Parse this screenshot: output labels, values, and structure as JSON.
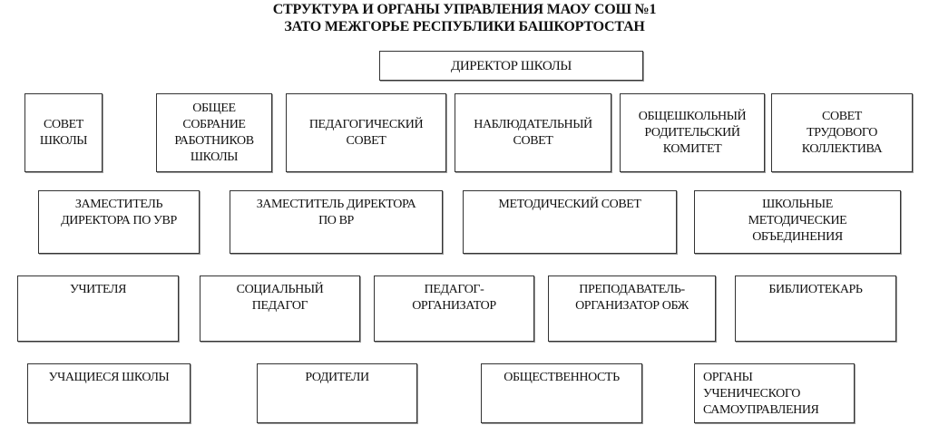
{
  "title": {
    "line1": "СТРУКТУРА И ОРГАНЫ УПРАВЛЕНИЯ МАОУ СОШ №1",
    "line2": "ЗАТО  МЕЖГОРЬЕ РЕСПУБЛИКИ БАШКОРТОСТАН"
  },
  "director": "ДИРЕКТОР        ШКОЛЫ",
  "row1": [
    [
      "СОВЕТ",
      "ШКОЛЫ"
    ],
    [
      "ОБЩЕЕ",
      "СОБРАНИЕ",
      "РАБОТНИКОВ",
      "ШКОЛЫ"
    ],
    [
      "ПЕДАГОГИЧЕСКИЙ",
      "СОВЕТ"
    ],
    [
      "НАБЛЮДАТЕЛЬНЫЙ",
      "СОВЕТ"
    ],
    [
      "ОБЩЕШКОЛЬНЫЙ",
      "РОДИТЕЛЬСКИЙ",
      "КОМИТЕТ"
    ],
    [
      "СОВЕТ",
      "ТРУДОВОГО",
      "КОЛЛЕКТИВА"
    ]
  ],
  "row2": [
    [
      "ЗАМЕСТИТЕЛЬ",
      "ДИРЕКТОРА ПО УВР"
    ],
    [
      "ЗАМЕСТИТЕЛЬ ДИРЕКТОРА",
      "ПО ВР"
    ],
    [
      "МЕТОДИЧЕСКИЙ СОВЕТ"
    ],
    [
      "ШКОЛЬНЫЕ",
      "МЕТОДИЧЕСКИЕ",
      "ОБЪЕДИНЕНИЯ"
    ]
  ],
  "row3": [
    [
      "УЧИТЕЛЯ"
    ],
    [
      "СОЦИАЛЬНЫЙ",
      "ПЕДАГОГ"
    ],
    [
      "ПЕДАГОГ-",
      "ОРГАНИЗАТОР"
    ],
    [
      "ПРЕПОДАВАТЕЛЬ-",
      "ОРГАНИЗАТОР ОБЖ"
    ],
    [
      "БИБЛИОТЕКАРЬ"
    ]
  ],
  "row4": [
    [
      "УЧАЩИЕСЯ ШКОЛЫ"
    ],
    [
      "РОДИТЕЛИ"
    ],
    [
      "ОБЩЕСТВЕННОСТЬ"
    ],
    [
      "ОРГАНЫ",
      "УЧЕНИЧЕСКОГО",
      "САМОУПРАВЛЕНИЯ"
    ]
  ]
}
